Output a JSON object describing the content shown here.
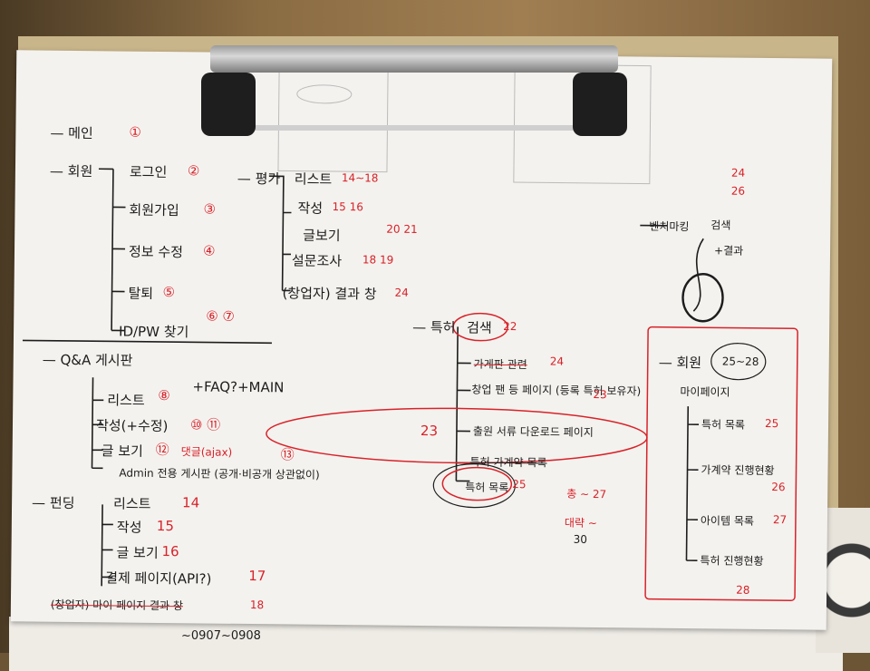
{
  "sheet": {
    "main": {
      "label": "메인",
      "num": "①"
    },
    "member": {
      "label": "회원",
      "items": [
        {
          "label": "로그인",
          "num": "②"
        },
        {
          "label": "회원가입",
          "num": "③"
        },
        {
          "label": "정보 수정",
          "num": "④"
        },
        {
          "label": "탈퇴",
          "num": "⑤"
        },
        {
          "label": "ID/PW 찾기",
          "num": "⑥ ⑦"
        }
      ]
    },
    "review": {
      "label": "평가",
      "items": [
        {
          "label": "리스트",
          "num": "14~18"
        },
        {
          "label": "작성",
          "num": "15 16"
        },
        {
          "label": "글보기",
          "num": "20 21"
        },
        {
          "label": "설문조사",
          "num": "18 19"
        },
        {
          "label": "(창업자) 결과 창",
          "num": "24"
        }
      ]
    },
    "qa": {
      "label": "Q&A 게시판",
      "items": [
        {
          "label": "리스트",
          "num": "⑧"
        },
        {
          "label": "작성(+수정)",
          "num": "⑩ ⑪"
        },
        {
          "label": "글 보기",
          "num": "⑫"
        },
        {
          "label": "Admin 전용 게시판 (공개·비공개 상관없이)",
          "num": "⑬"
        }
      ],
      "note_faq": "+FAQ?+MAIN",
      "note_ajax": "댓글(ajax)"
    },
    "funding": {
      "label": "펀딩",
      "items": [
        {
          "label": "리스트",
          "num": "14"
        },
        {
          "label": "작성",
          "num": "15"
        },
        {
          "label": "글 보기",
          "num": "16"
        },
        {
          "label": "결제 페이지(API?)",
          "num": "17"
        },
        {
          "label": "(창업자) 마이 페이지 결과 창",
          "num": "18"
        }
      ]
    },
    "patent": {
      "label": "특허",
      "items": [
        {
          "label": "검색",
          "num": "22"
        },
        {
          "label": "가게판 관련",
          "num": "24"
        },
        {
          "label": "창업 팬 등 페이지 (등록 특허 보유자)",
          "num": "23"
        },
        {
          "label": "출원 서류 다운로드 페이지",
          "num": "23"
        },
        {
          "label": "특허 가계약 목록",
          "num": ""
        },
        {
          "label": "특허 목록",
          "num": "25"
        }
      ],
      "side_a": "총 ~ 27",
      "side_b": "대략 ~",
      "side_c": "30"
    },
    "benchmark": {
      "label": "벤치마킹",
      "sub1": "검색",
      "sub2": "+결과",
      "num1": "24",
      "num2": "26"
    },
    "member_mypage": {
      "label": "회원",
      "range": "25~28",
      "title": "마이페이지",
      "items": [
        {
          "label": "특허 목록",
          "num": "25"
        },
        {
          "label": "가계약 진행현황",
          "num": "26"
        },
        {
          "label": "아이템 목록",
          "num": "27"
        },
        {
          "label": "특허 진행현황",
          "num": "28"
        }
      ]
    },
    "footer_note": "~0907~0908"
  },
  "colors": {
    "ink": "#1d1d1d",
    "red": "#d8222a",
    "paper": "#f4f2ee"
  }
}
